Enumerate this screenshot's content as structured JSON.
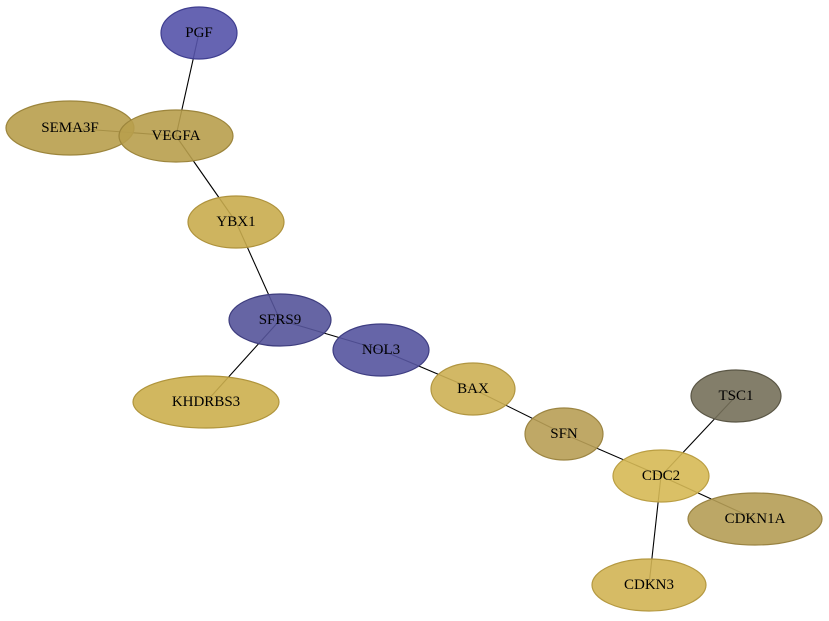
{
  "graph": {
    "nodes": [
      {
        "id": "PGF",
        "label": "PGF",
        "fill": "#5553aa",
        "stroke": "#3f3e90"
      },
      {
        "id": "SEMA3F",
        "label": "SEMA3F",
        "fill": "#b89f4c",
        "stroke": "#9c853c"
      },
      {
        "id": "VEGFA",
        "label": "VEGFA",
        "fill": "#b89f4c",
        "stroke": "#9c853c"
      },
      {
        "id": "YBX1",
        "label": "YBX1",
        "fill": "#c9ac4e",
        "stroke": "#ae923c"
      },
      {
        "id": "SFRS9",
        "label": "SFRS9",
        "fill": "#55549a",
        "stroke": "#3e3d7e"
      },
      {
        "id": "NOL3",
        "label": "NOL3",
        "fill": "#55549e",
        "stroke": "#3e3d82"
      },
      {
        "id": "KHDRBS3",
        "label": "KHDRBS3",
        "fill": "#ccaf4e",
        "stroke": "#b0953c"
      },
      {
        "id": "BAX",
        "label": "BAX",
        "fill": "#cdb054",
        "stroke": "#b19641"
      },
      {
        "id": "SFN",
        "label": "SFN",
        "fill": "#b89f55",
        "stroke": "#9c8542"
      },
      {
        "id": "TSC1",
        "label": "TSC1",
        "fill": "#75705a",
        "stroke": "#5a5645"
      },
      {
        "id": "CDC2",
        "label": "CDC2",
        "fill": "#d6b955",
        "stroke": "#ba9e42"
      },
      {
        "id": "CDKN1A",
        "label": "CDKN1A",
        "fill": "#b59d55",
        "stroke": "#998342"
      },
      {
        "id": "CDKN3",
        "label": "CDKN3",
        "fill": "#d1b454",
        "stroke": "#b59941"
      }
    ],
    "edges": [
      [
        "PGF",
        "VEGFA"
      ],
      [
        "SEMA3F",
        "VEGFA"
      ],
      [
        "VEGFA",
        "YBX1"
      ],
      [
        "YBX1",
        "SFRS9"
      ],
      [
        "SFRS9",
        "KHDRBS3"
      ],
      [
        "SFRS9",
        "NOL3"
      ],
      [
        "NOL3",
        "BAX"
      ],
      [
        "BAX",
        "SFN"
      ],
      [
        "SFN",
        "CDC2"
      ],
      [
        "CDC2",
        "TSC1"
      ],
      [
        "CDC2",
        "CDKN1A"
      ],
      [
        "CDC2",
        "CDKN3"
      ]
    ]
  }
}
